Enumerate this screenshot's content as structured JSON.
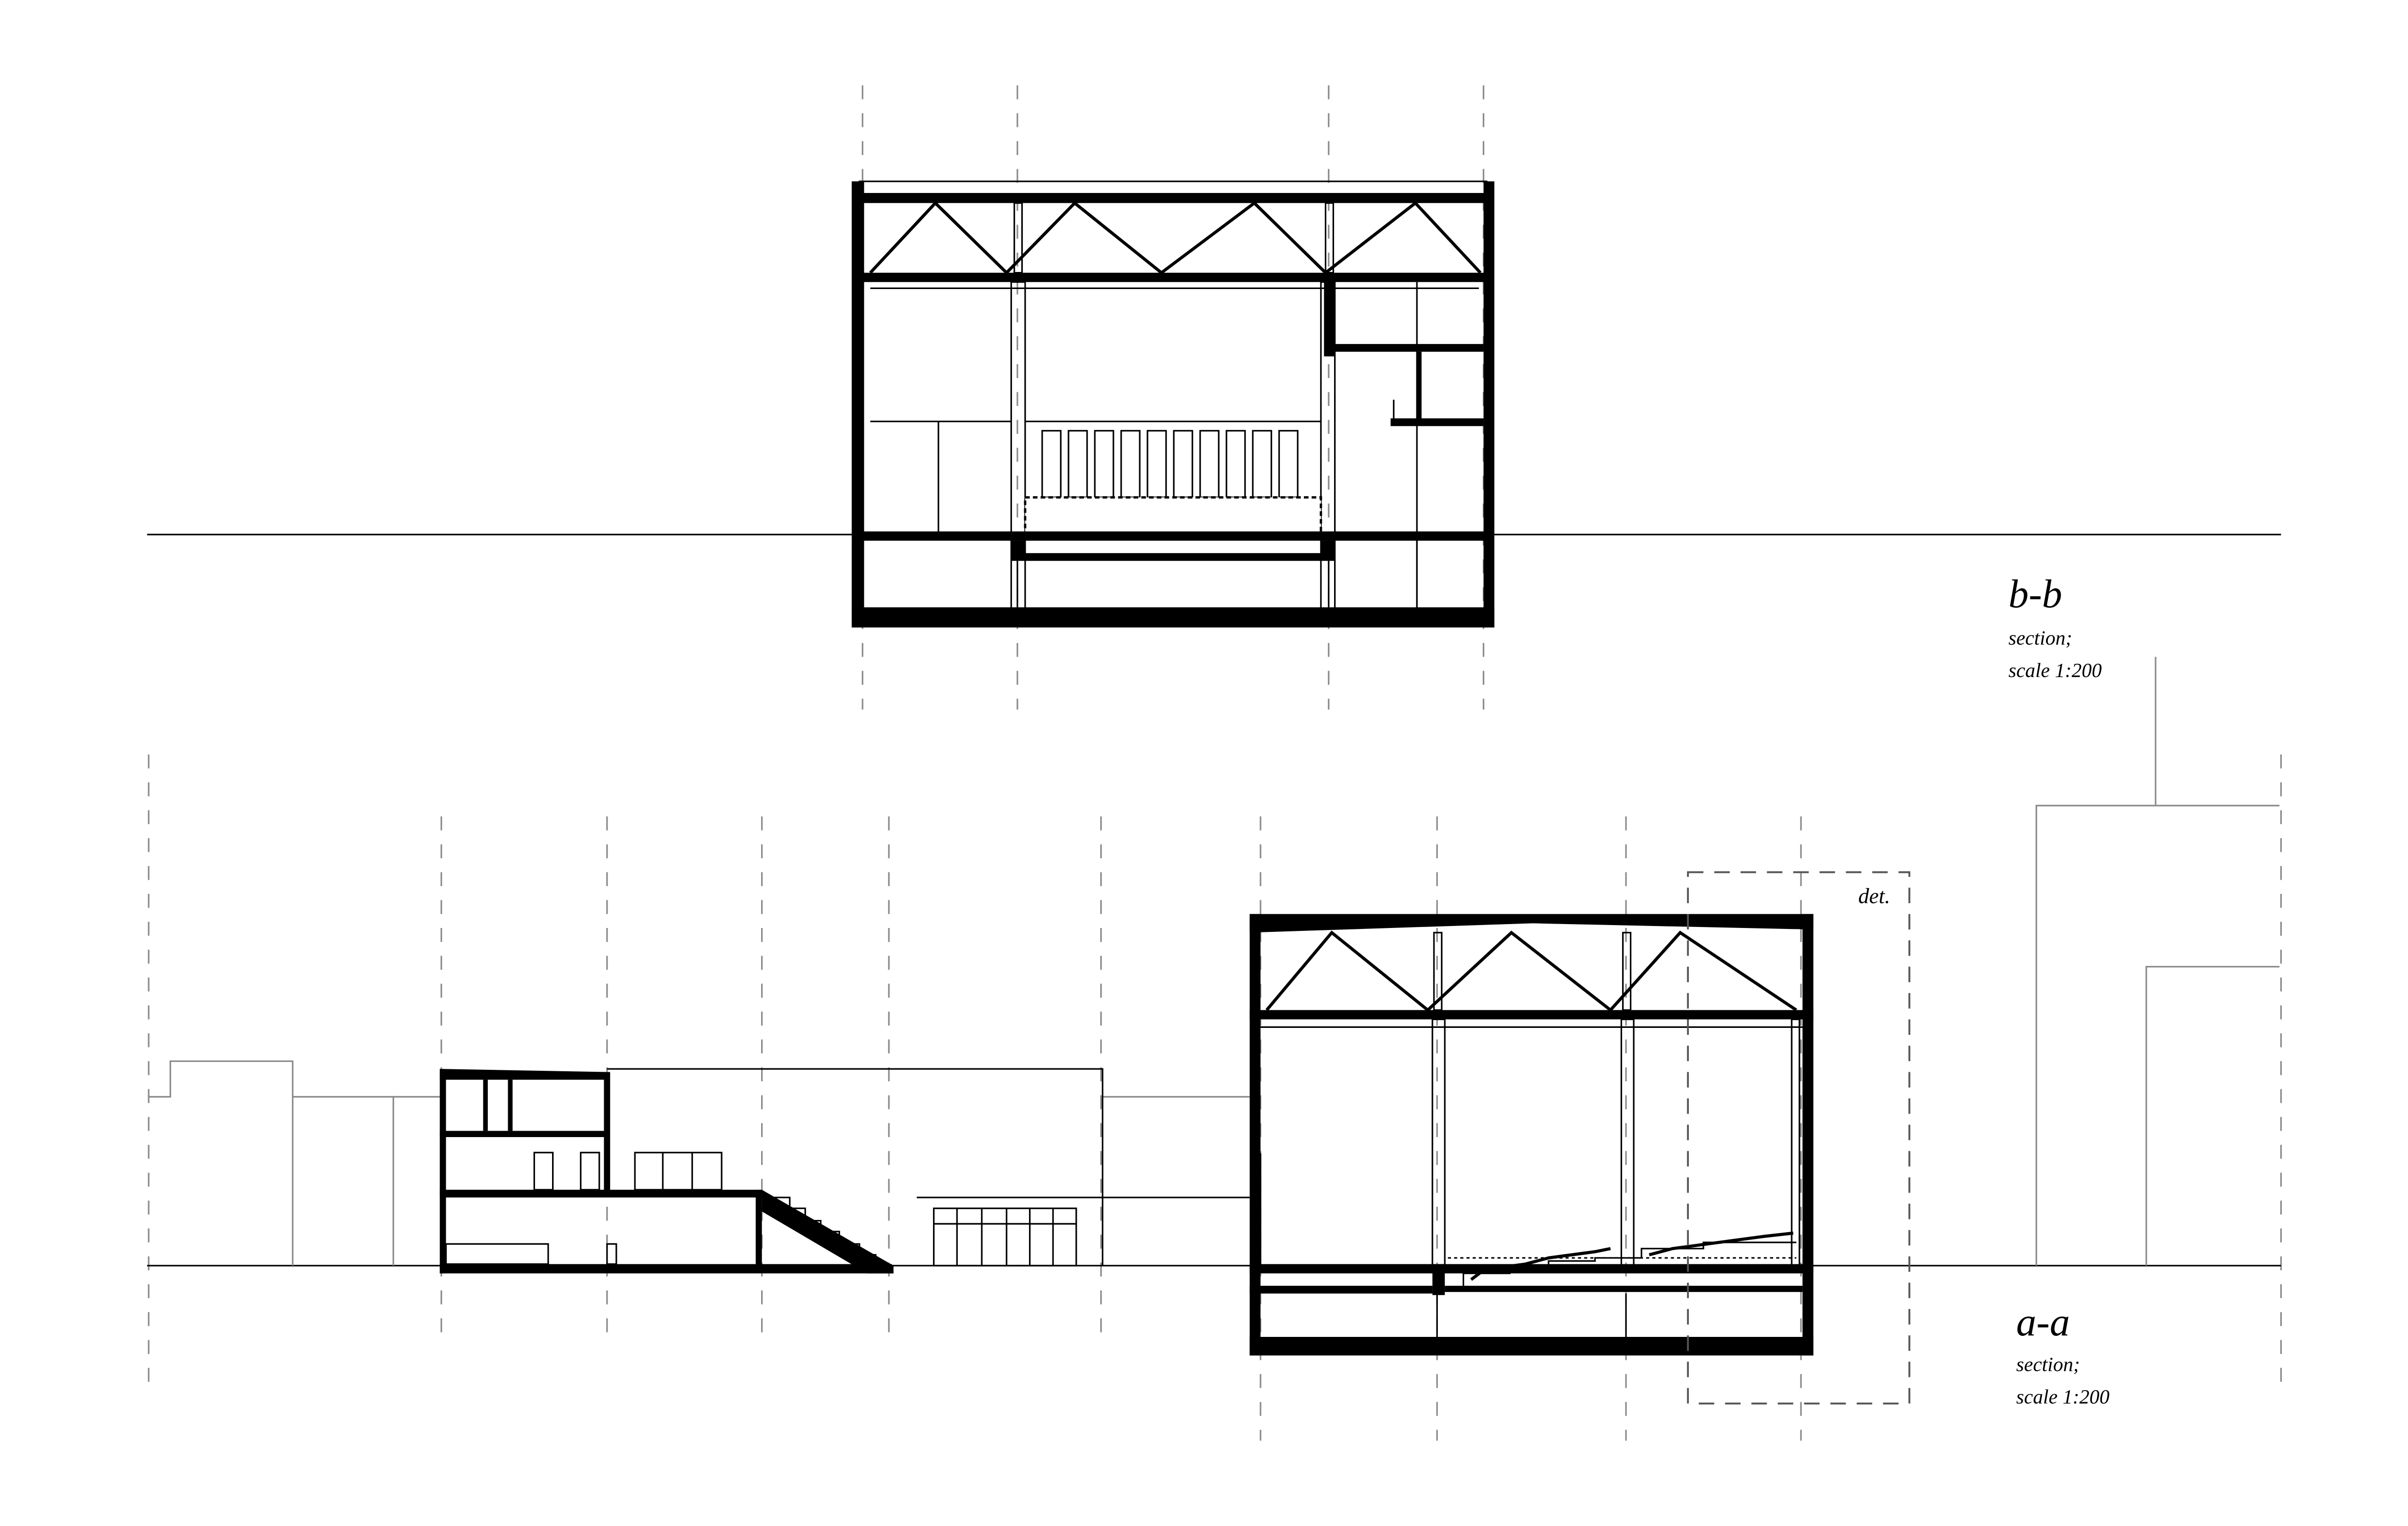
{
  "sections": [
    {
      "id": "b-b",
      "title": "b-b",
      "subtitle": "section;",
      "scale": "scale 1:200"
    },
    {
      "id": "a-a",
      "title": "a-a",
      "subtitle": "section;",
      "scale": "scale 1:200"
    }
  ],
  "detail_label": "det."
}
